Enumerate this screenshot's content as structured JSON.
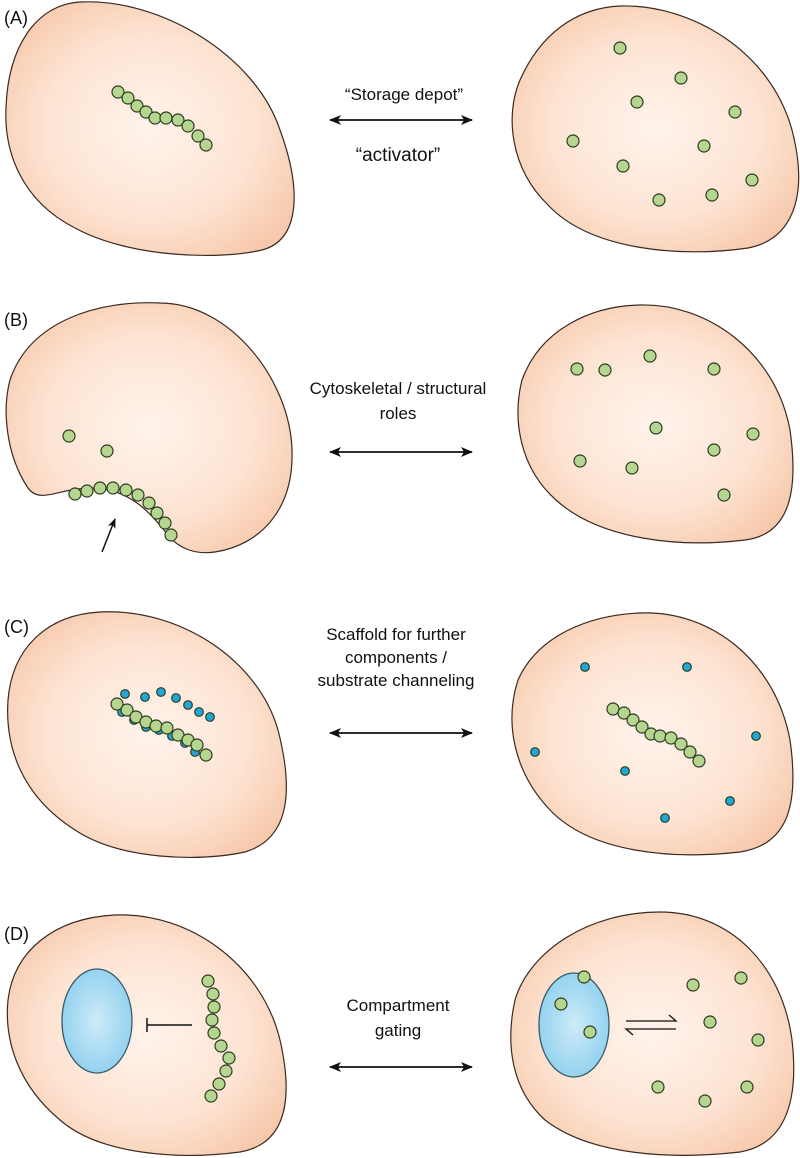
{
  "figure": {
    "colors": {
      "cell_fill_center": "#FFF3EB",
      "cell_fill_edge": "#F9CFB3",
      "cell_stroke": "#3A2A22",
      "green_monomer": "#B5D68E",
      "blue_component": "#1FA7D6",
      "compartment_fill": "#AADCF2",
      "arrow": "#111111"
    },
    "panels": [
      {
        "label": "(A)",
        "captions": [
          "“Storage depot”",
          "“activator”"
        ],
        "left_state": "green monomers assembled into a filament",
        "right_state": "dispersed green monomers"
      },
      {
        "label": "(B)",
        "captions": [
          "Cytoskeletal / structural",
          "roles"
        ],
        "left_state": "filament lining and deforming the cell membrane",
        "right_state": "dispersed green monomers"
      },
      {
        "label": "(C)",
        "captions": [
          "Scaffold for further",
          "components /",
          "substrate channeling"
        ],
        "left_state": "filament decorated with blue components",
        "right_state": "filament with dispersed blue components"
      },
      {
        "label": "(D)",
        "captions": [
          "Compartment",
          "gating"
        ],
        "left_state": "filament inhibiting entry to blue compartment",
        "right_state": "monomers exchanging with blue compartment"
      }
    ]
  }
}
